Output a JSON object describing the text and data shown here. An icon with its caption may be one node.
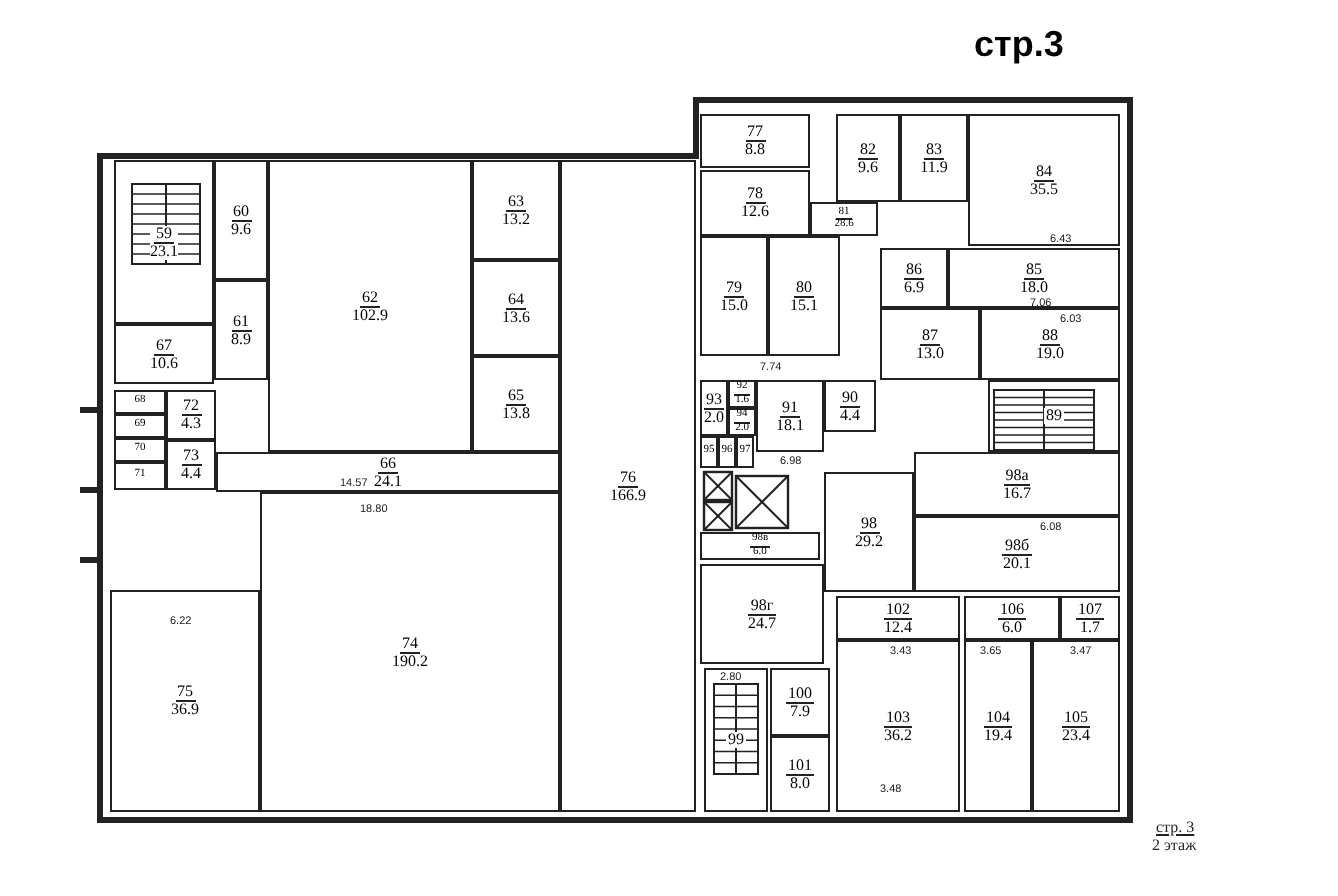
{
  "diagram": {
    "title": "стр.3",
    "nodes": [
      {
        "text": [
          "59",
          "23.1"
        ]
      },
      {
        "text": [
          "60",
          "9.6"
        ]
      },
      {
        "text": [
          "61",
          "8.9"
        ]
      },
      {
        "text": [
          "62",
          "102.9"
        ]
      },
      {
        "text": [
          "63",
          "13.2"
        ]
      },
      {
        "text": [
          "64",
          "13.6"
        ]
      },
      {
        "text": [
          "65",
          "13.8"
        ]
      },
      {
        "text": [
          "67",
          "10.6"
        ]
      },
      {
        "text": [
          "68"
        ]
      },
      {
        "text": [
          "69"
        ]
      },
      {
        "text": [
          "70"
        ]
      },
      {
        "text": [
          "71"
        ]
      },
      {
        "text": [
          "72",
          "4.3"
        ]
      },
      {
        "text": [
          "73",
          "4.4"
        ]
      },
      {
        "text": [
          "66",
          "24.1"
        ]
      },
      {
        "text": [
          "74",
          "190.2"
        ]
      },
      {
        "text": [
          "75",
          "36.9"
        ]
      },
      {
        "text": [
          "76",
          "166.9"
        ]
      },
      {
        "text": [
          "77",
          "8.8"
        ]
      },
      {
        "text": [
          "78",
          "12.6"
        ]
      },
      {
        "text": [
          "81",
          "28.6"
        ]
      },
      {
        "text": [
          "82",
          "9.6"
        ]
      },
      {
        "text": [
          "83",
          "11.9"
        ]
      },
      {
        "text": [
          "84",
          "35.5"
        ]
      },
      {
        "text": [
          "79",
          "15.0"
        ]
      },
      {
        "text": [
          "80",
          "15.1"
        ]
      },
      {
        "text": [
          "86",
          "6.9"
        ]
      },
      {
        "text": [
          "85",
          "18.0"
        ]
      },
      {
        "text": [
          "87",
          "13.0"
        ]
      },
      {
        "text": [
          "88",
          "19.0"
        ]
      },
      {
        "text": [
          "92",
          "1.6"
        ]
      },
      {
        "text": [
          "93",
          "2.0"
        ]
      },
      {
        "text": [
          "94",
          "2.0"
        ]
      },
      {
        "text": [
          "91",
          "18.1"
        ]
      },
      {
        "text": [
          "90",
          "4.4"
        ]
      },
      {
        "text": [
          "89"
        ]
      },
      {
        "text": [
          "95"
        ]
      },
      {
        "text": [
          "96"
        ]
      },
      {
        "text": [
          "97"
        ]
      },
      {
        "text": [
          "98а",
          "16.7"
        ]
      },
      {
        "text": [
          "98",
          "29.2"
        ]
      },
      {
        "text": [
          "98б",
          "20.1"
        ]
      },
      {
        "text": [
          "98в",
          "6.0"
        ]
      },
      {
        "text": [
          "98г",
          "24.7"
        ]
      },
      {
        "text": [
          "102",
          "12.4"
        ]
      },
      {
        "text": [
          "106",
          "6.0"
        ]
      },
      {
        "text": [
          "107",
          "1.7"
        ]
      },
      {
        "text": [
          "99"
        ]
      },
      {
        "text": [
          "100",
          "7.9"
        ]
      },
      {
        "text": [
          "103",
          "36.2"
        ]
      },
      {
        "text": [
          "104",
          "19.4"
        ]
      },
      {
        "text": [
          "105",
          "23.4"
        ]
      },
      {
        "text": [
          "101",
          "8.0"
        ]
      }
    ],
    "labels": [
      "14.57",
      "18.80",
      "6.22",
      "7.74",
      "6.98",
      "6.43",
      "7.06",
      "6.03",
      "6.08",
      "3.48",
      "3.43",
      "3.65",
      "3.47",
      "2.80",
      "стр. 3",
      "2 этаж"
    ]
  }
}
